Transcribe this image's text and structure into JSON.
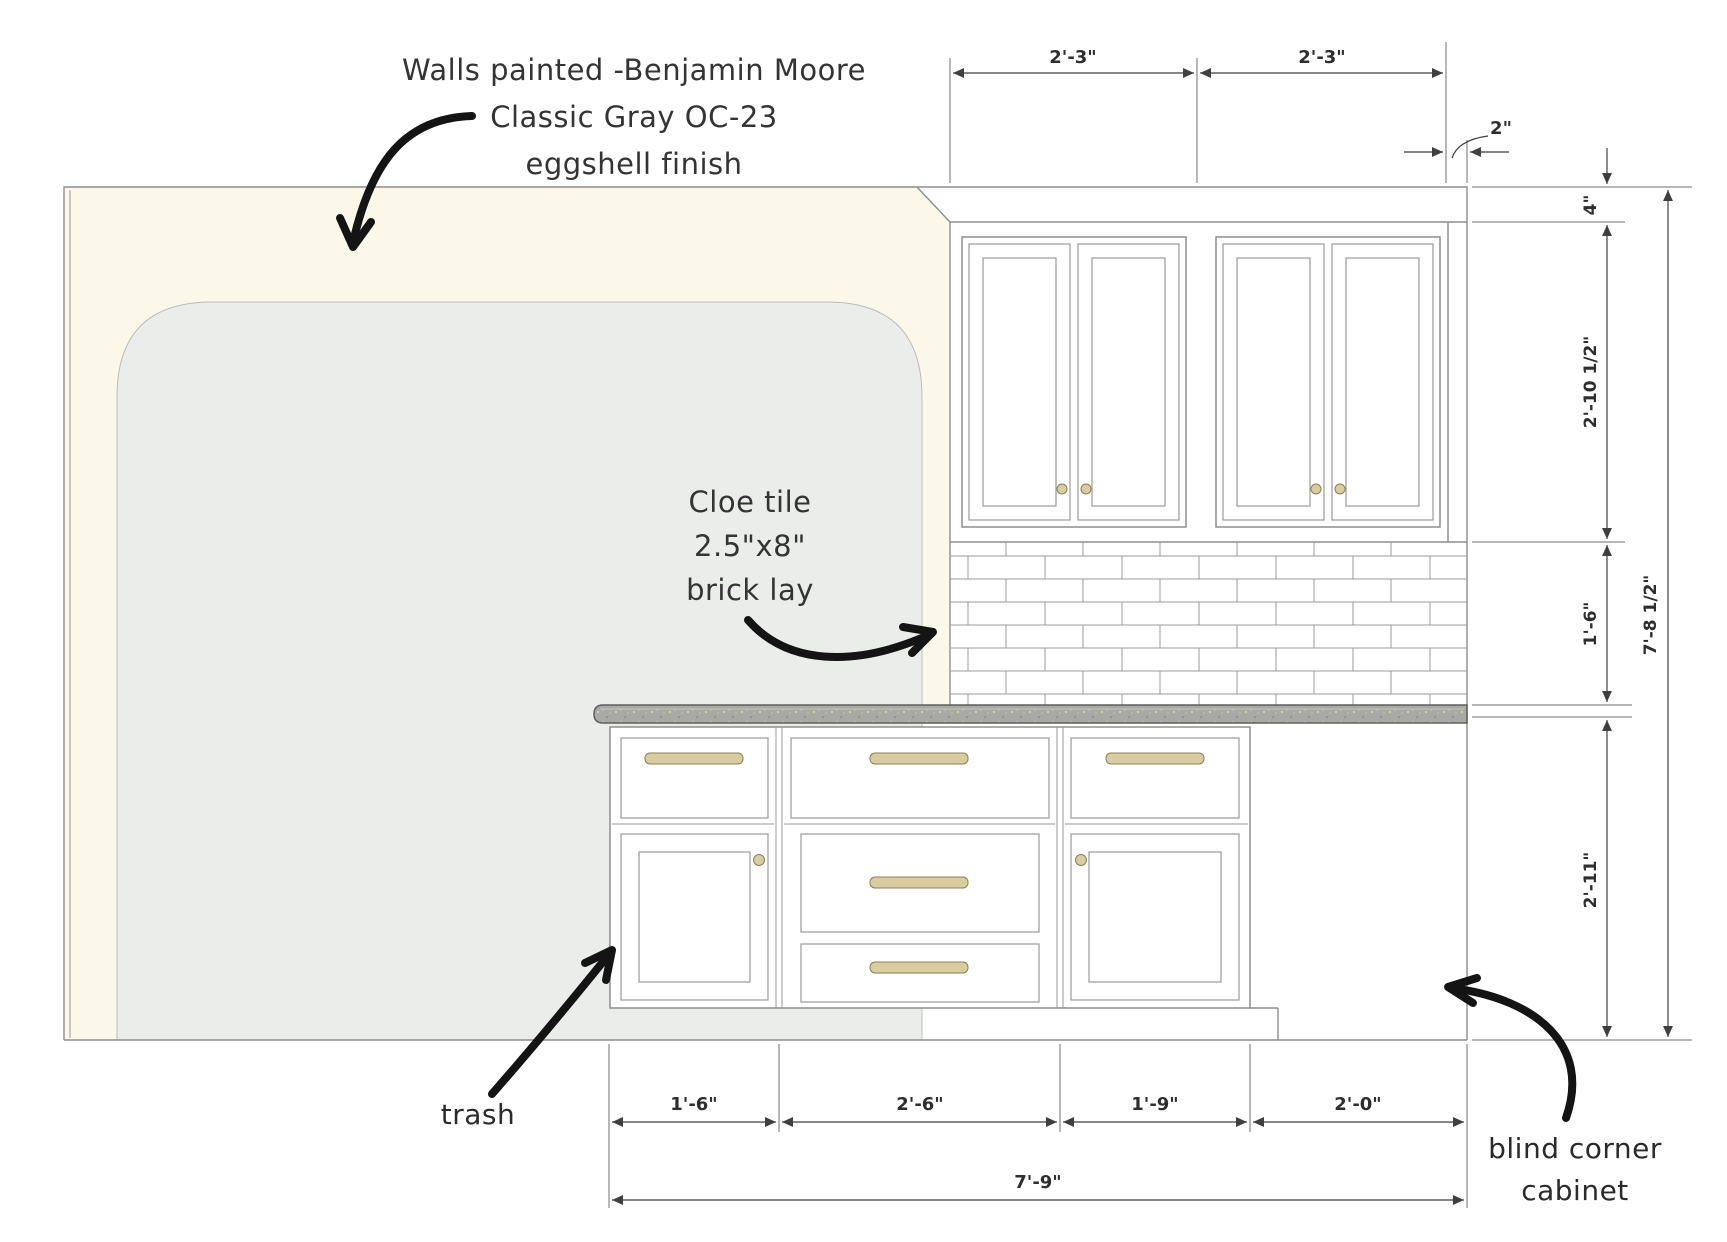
{
  "annotations": {
    "wall_paint": {
      "lines": [
        "Walls painted -Benjamin Moore",
        "Classic Gray OC-23",
        "eggshell finish"
      ]
    },
    "tile_note": {
      "lines": [
        "Cloe tile",
        "2.5\"x8\"",
        "brick lay"
      ]
    },
    "trash_note": {
      "label": "trash"
    },
    "blind_corner_note": {
      "lines": [
        "blind corner",
        "cabinet"
      ]
    }
  },
  "dimensions": {
    "top": {
      "upper_cabinet_left": "2'-3\"",
      "upper_cabinet_right": "2'-3\"",
      "filler": "2\""
    },
    "right": {
      "soffit": "4\"",
      "upper_cabinet_height": "2'-10 1/2\"",
      "backsplash_height": "1'-6\"",
      "base_height": "2'-11\"",
      "overall_height": "7'-8 1/2\""
    },
    "bottom": {
      "trash_cabinet": "1'-6\"",
      "drawer_cabinet": "2'-6\"",
      "door_cabinet": "1'-9\"",
      "blind_cabinet": "2'-0\"",
      "overall_width": "7'-9\""
    }
  },
  "colors": {
    "wall_paint": "#fbf8e9",
    "wall_shadow": "#ebedeb",
    "countertop_base": "#a9a9a5",
    "hardware": "#d9cc9e",
    "line": "#8d8d8b",
    "dimension": "#3f3f3f",
    "annotation_ink": "#141414"
  }
}
